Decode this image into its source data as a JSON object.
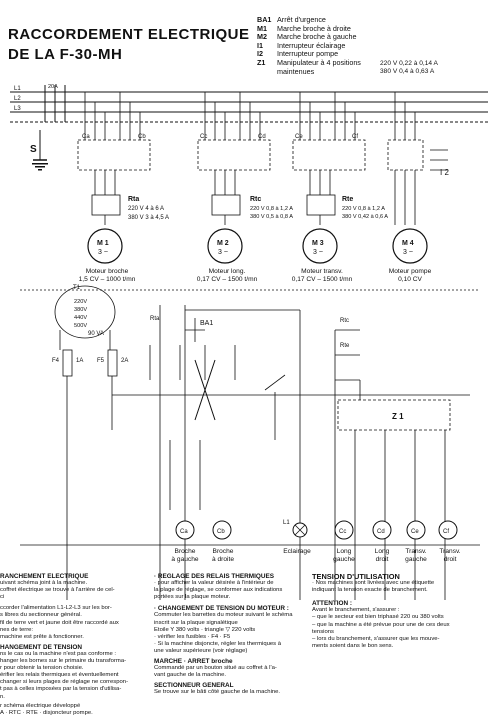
{
  "header": {
    "title_line1": "RACCORDEMENT ELECTRIQUE",
    "title_line2": "DE LA F-30-MH"
  },
  "legend": [
    {
      "code": "BA1",
      "text": "Arrêt d'urgence"
    },
    {
      "code": "M1",
      "text": "Marche broche à droite"
    },
    {
      "code": "M2",
      "text": "Marche broche à gauche"
    },
    {
      "code": "I1",
      "text": "Interrupteur éclairage"
    },
    {
      "code": "I2",
      "text": "Interrupteur pompe"
    },
    {
      "code": "Z1",
      "text": "Manipulateur à 4 positions maintenues"
    }
  ],
  "ratings": {
    "line1": "220 V  0,22 à 0,14 A",
    "line2": "380 V  0,4 à 0,63 A"
  },
  "relay_ratings": {
    "rta_title": "Rta",
    "rta_l1": "220 V  4 à 6 A",
    "rta_l2": "380 V  3 à 4,5 A",
    "rtc_title": "Rtc",
    "rtc_l1": "220 V  0,8 à 1,2 A",
    "rtc_l2": "380 V  0,5 à 0,8 A",
    "rte_title": "Rte",
    "rte_l1": "220 V  0,8 à 1,2 A",
    "rte_l2": "380 V  0,42 à 0,6 A"
  },
  "motors": [
    {
      "id": "m1",
      "symbol": "M 1",
      "phase": "3 ~",
      "name": "Moteur broche",
      "spec": "1,5 CV – 1000 t/mn"
    },
    {
      "id": "m2",
      "symbol": "M 2",
      "phase": "3 ~",
      "name": "Moteur long.",
      "spec": "0,17 CV – 1500 t/mn"
    },
    {
      "id": "m3",
      "symbol": "M 3",
      "phase": "3 ~",
      "name": "Moteur transv.",
      "spec": "0,17 CV – 1500 t/mn"
    },
    {
      "id": "m4",
      "symbol": "M 4",
      "phase": "3 ~",
      "name": "Moteur pompe",
      "spec": "0,10 CV"
    }
  ],
  "transformer": {
    "label": "T1",
    "taps": [
      "220V",
      "380V",
      "440V",
      "500V"
    ],
    "power": "90 VA"
  },
  "fuses": {
    "f4": "F4",
    "f4_rating": "1A",
    "f5": "F5",
    "f5_rating": "2A"
  },
  "components": {
    "ba1": "BA1",
    "rta": "Rta",
    "rtc": "Rtc",
    "rte": "Rte",
    "z1": "Z 1",
    "s": "S",
    "i2": "I 2",
    "l1lamp": "L1"
  },
  "bottom_labels": [
    {
      "id": "ca",
      "coil": "Ca",
      "caption": "Broche\nà gauche"
    },
    {
      "id": "cb",
      "coil": "Cb",
      "caption": "Broche\nà droite"
    },
    {
      "id": "light",
      "coil": "L1",
      "caption": "Eclairage"
    },
    {
      "id": "cc",
      "coil": "Cc",
      "caption": "Long\ngauche"
    },
    {
      "id": "cd",
      "coil": "Cd",
      "caption": "Long\ndroit"
    },
    {
      "id": "ce",
      "coil": "Ce",
      "caption": "Transv.\ngauche"
    },
    {
      "id": "cf",
      "coil": "Cf",
      "caption": "Transv.\ndroit"
    }
  ],
  "text": {
    "c1_h1": "RANCHEMENT ELECTRIQUE",
    "c1_p1": "uivant schéma joint à la machine.\n coffret électrique se trouve à l'arrière de cel-\nci",
    "c1_p2": "ccorder l'alimentation L1-L2-L3 sur les bor-\ns libres du sectionneur général.\n fil de terre vert et jaune doit être raccordé aux\nnes de terre:\n machine est prête à fonctionner.",
    "c1_h2": "HANGEMENT DE TENSION",
    "c1_p3": "ns le cas ou la machine n'est pas conforme :\nhanger les bornes sur le primaire du transforma-\nr pour obtenir la tension choisie.\nérifier les relais thermiques et éventuellement\nchanger si leurs plages de réglage ne correspon-\nt pas à celles imposées par la tension d'utilisa-\nn.",
    "c1_p4": "r schéma électrique développé\nA · RTC · RTE · disjoncteur pompe.",
    "c2_h1": "· REGLAGE DES RELAIS THERMIQUES",
    "c2_p1": " · pour afficher la valeur désirée à l'intérieur de\nla plage de réglage, se conformer aux indications\nportées sur la plaque moteur.",
    "c2_h2": "· CHANGEMENT DE TENSION DU MOTEUR :",
    "c2_p2": "Commuter les barrettes du moteur suivant le schéma inscrit sur la plaque signalétique\nEtoile Y    380 volts · triangle  ▽  220 volts\n· vérifier les fusibles · F4 · F5\n· Si la machine disjoncte, régler les thermiques à\nune valeur supérieure (voir réglage)",
    "c2_h3": "MARCHE · ARRET broche",
    "c2_p3": "Commandé par un bouton situé au coffret à l'a-\nvant gauche de la machine.",
    "c2_h4": "SECTIONNEUR GENERAL",
    "c2_p4": "Se trouve sur le bâti côté gauche de la machine.",
    "c3_h1": "TENSION D'UTILISATION",
    "c3_p1": "· Nos machines sont livrées avec une étiquette\n  indiquant la tension exacte de branchement.",
    "c3_h2": "ATTENTION :",
    "c3_p2": "Avant le branchement, s'assurer :\n– que le secteur est bien triphasé 220 ou 380 volts\n– que la machine a été prévue pour une de ces deux\n  tensions\n– lors du branchement, s'assurer que les mouve-\n  ments soient dans le bon sens."
  }
}
